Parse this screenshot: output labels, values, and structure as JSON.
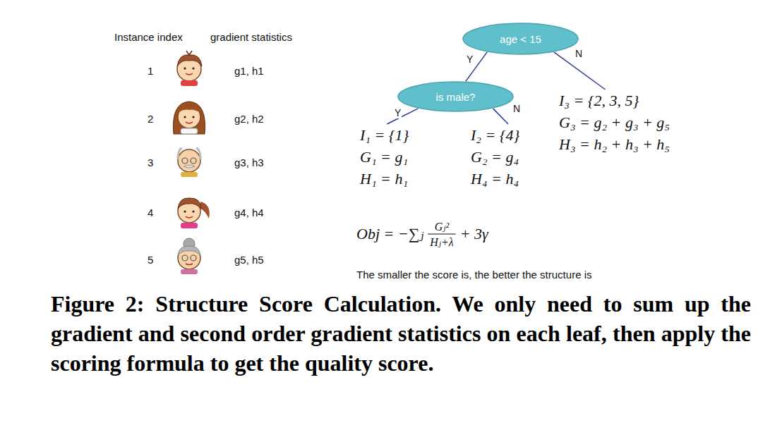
{
  "diagram": {
    "caption": "Figure 2: Structure Score Calculation. We only need to sum up the gradient and second order gradient statistics on each leaf, then apply the scoring formula to get the quality score.",
    "nodes": [
      {
        "text": [
          "age < 15"
        ]
      },
      {
        "text": [
          "is male?"
        ]
      },
      {
        "text": [
          "I₁ = {1}",
          "G₁ = g₁",
          "H₁ = h₁"
        ]
      },
      {
        "text": [
          "I₂ = {4}",
          "G₂ = g₄",
          "H₄ = h₄"
        ]
      },
      {
        "text": [
          "I₃ = {2, 3, 5}",
          "G₃ = g₂ + g₃ + g₅",
          "H₃ = h₂ + h₃ + h₅"
        ]
      }
    ],
    "edges": [
      {
        "from": 0,
        "to": 1,
        "label": "Y",
        "arrow": "none"
      },
      {
        "from": 0,
        "to": 4,
        "label": "N",
        "arrow": "none"
      },
      {
        "from": 1,
        "to": 2,
        "label": "Y",
        "arrow": "none"
      },
      {
        "from": 1,
        "to": 3,
        "label": "N",
        "arrow": "none"
      }
    ],
    "labels": [
      "Instance index",
      "gradient statistics",
      "1",
      "g1, h1",
      "2",
      "g2, h2",
      "3",
      "g3, h3",
      "4",
      "g4, h4",
      "5",
      "g5, h5",
      "Obj = −∑ⱼ",
      "Gⱼ²",
      "Hⱼ+λ",
      "+ 3γ",
      "The smaller the score is, the better the structure is"
    ]
  }
}
